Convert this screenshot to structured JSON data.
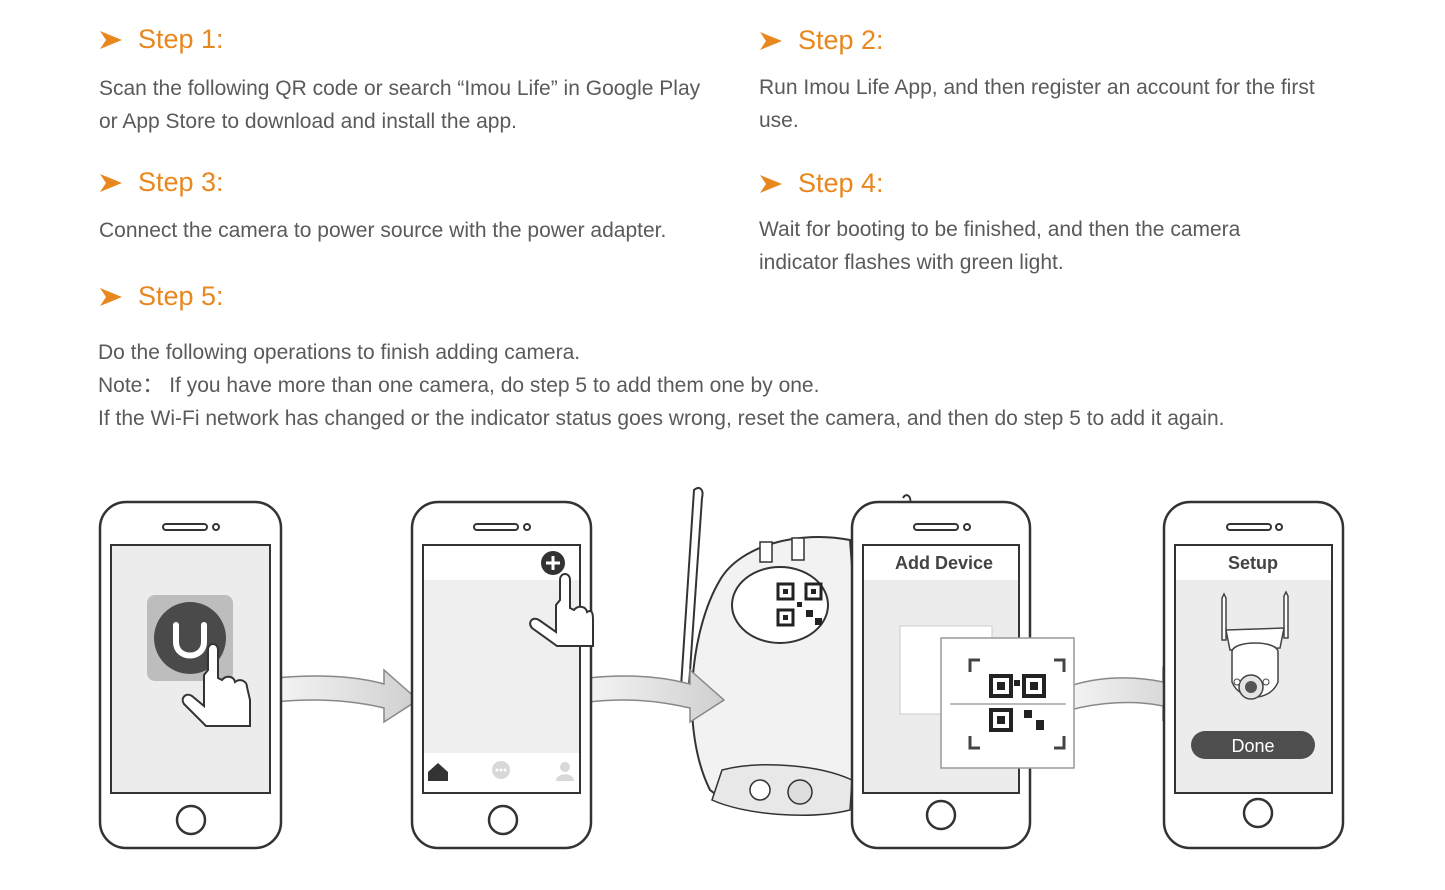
{
  "steps": [
    {
      "title": "Step 1:",
      "text": "Scan the following QR code or search “Imou Life” in Google Play or App Store to download and install the app."
    },
    {
      "title": "Step 2:",
      "text": "Run Imou Life App, and then register an account for the first use."
    },
    {
      "title": "Step 3:",
      "text": "Connect the camera to power source with the power adapter."
    },
    {
      "title": "Step 4:",
      "text": "Wait for booting to be finished, and then the camera indicator flashes with green light."
    },
    {
      "title": "Step 5:",
      "text": ""
    }
  ],
  "step5_lines": [
    "Do the following operations to finish adding camera.",
    "Note： If you have more than one camera, do step 5 to add them one by one.",
    "If the Wi-Fi network has changed or the indicator status goes wrong, reset the camera, and then do step 5 to add it again."
  ],
  "illustration": {
    "add_device_label": "Add Device",
    "setup_label": "Setup",
    "done_label": "Done"
  },
  "colors": {
    "accent": "#e8871e",
    "text": "#5a5a5a"
  }
}
